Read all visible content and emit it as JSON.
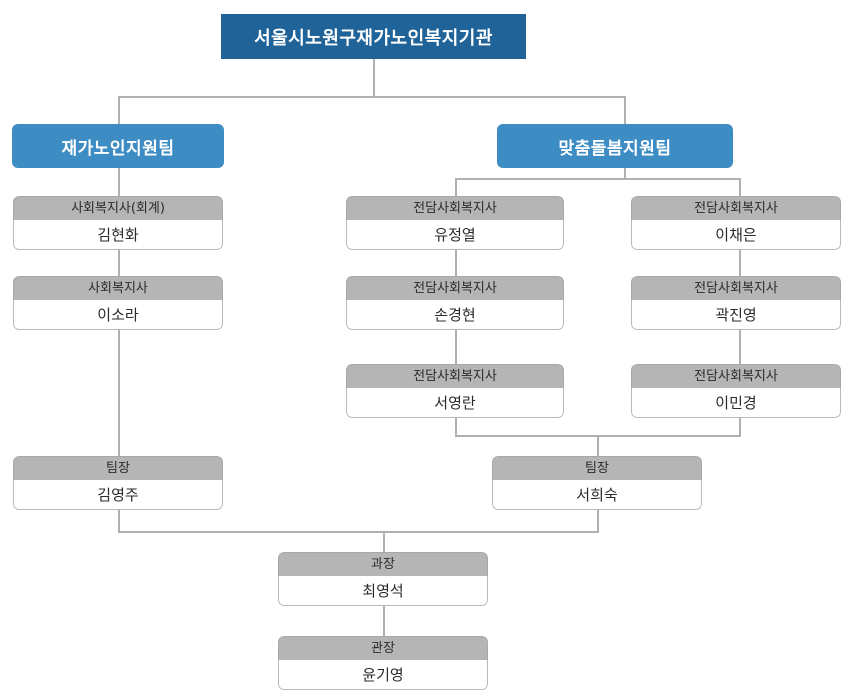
{
  "chart": {
    "type": "org-chart",
    "title": "서울시노원구재가노인복지기관",
    "colors": {
      "root_bg": "#1f6399",
      "team_bg": "#3d8dc4",
      "card_header_bg": "#b5b5b5",
      "card_body_bg": "#ffffff",
      "connector": "#b0b0b0"
    }
  },
  "root": {
    "label": "서울시노원구재가노인복지기관"
  },
  "teams": [
    {
      "id": "team-home-care",
      "label": "재가노인지원팀"
    },
    {
      "id": "team-custom-care",
      "label": "맞춤돌봄지원팀"
    }
  ],
  "left_column": [
    {
      "title": "사회복지사(회계)",
      "name": "김현화"
    },
    {
      "title": "사회복지사",
      "name": "이소라"
    }
  ],
  "middle_column": [
    {
      "title": "전담사회복지사",
      "name": "유정열"
    },
    {
      "title": "전담사회복지사",
      "name": "손경현"
    },
    {
      "title": "전담사회복지사",
      "name": "서영란"
    }
  ],
  "right_column": [
    {
      "title": "전담사회복지사",
      "name": "이채은"
    },
    {
      "title": "전담사회복지사",
      "name": "곽진영"
    },
    {
      "title": "전담사회복지사",
      "name": "이민경"
    }
  ],
  "team_leaders": [
    {
      "title": "팀장",
      "name": "김영주"
    },
    {
      "title": "팀장",
      "name": "서희숙"
    }
  ],
  "management": [
    {
      "title": "과장",
      "name": "최영석"
    },
    {
      "title": "관장",
      "name": "윤기영"
    }
  ]
}
